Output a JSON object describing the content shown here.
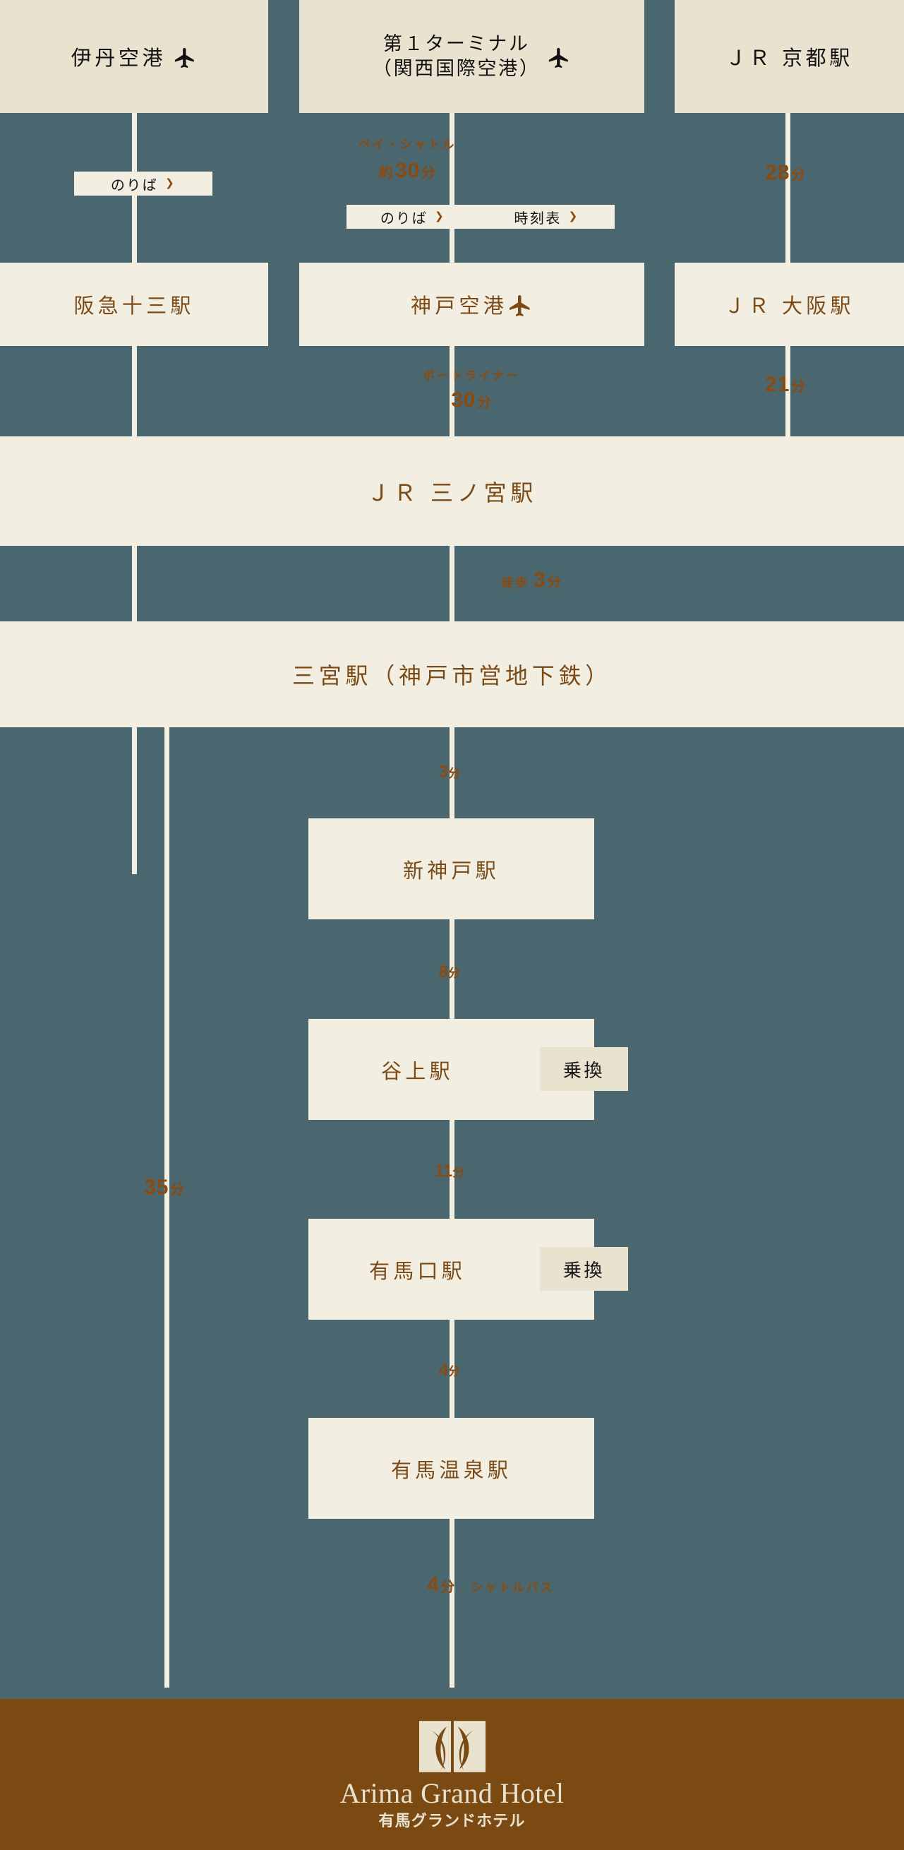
{
  "colors": {
    "background": "#4a6770",
    "header_box": "#e9e2cf",
    "station_box": "#f2efe2",
    "accent_brown": "#8a4a10",
    "footer_brown": "#7a4a12",
    "line": "#f2efe2"
  },
  "headers": [
    {
      "name": "itami-airport",
      "label": "伊丹空港",
      "icon": "airplane-icon"
    },
    {
      "name": "kansai-airport",
      "line1": "第１ターミナル",
      "line2": "（関西国際空港）",
      "icon": "airplane-icon"
    },
    {
      "name": "jr-kyoto-station",
      "label": "ＪＲ 京都駅",
      "icon": null
    }
  ],
  "row2": [
    {
      "name": "hankyu-juso-station",
      "label": "阪急十三駅",
      "icon": null
    },
    {
      "name": "kobe-airport",
      "label": "神戸空港",
      "icon": "airplane-icon"
    },
    {
      "name": "jr-osaka-station",
      "label": "ＪＲ 大阪駅",
      "icon": null
    }
  ],
  "buttons": [
    {
      "name": "noriba-button-itami",
      "label": "のりば",
      "arrow": "❯"
    },
    {
      "name": "noriba-button-kix",
      "label": "のりば",
      "arrow": "❯"
    },
    {
      "name": "timetable-button-kix",
      "label": "時刻表",
      "arrow": "❯"
    }
  ],
  "segments": {
    "kix_to_kobe_airport": {
      "mode": "ベイ・シャトル",
      "prefix": "約",
      "value": "30",
      "unit": "分"
    },
    "kyoto_to_osaka": {
      "value": "28",
      "unit": "分"
    },
    "kobe_airport_to_sannomiya": {
      "mode": "ポートライナー",
      "value": "30",
      "unit": "分"
    },
    "osaka_to_sannomiya": {
      "value": "21",
      "unit": "分"
    },
    "jr_to_subway": {
      "mode": "徒歩",
      "value": "3",
      "unit": "分"
    },
    "subway_to_shinkobe": {
      "value": "3",
      "unit": "分"
    },
    "shinkobe_to_tanigami": {
      "value": "8",
      "unit": "分"
    },
    "tanigami_to_arimaguchi": {
      "value": "11",
      "unit": "分"
    },
    "arimaguchi_to_arimaonsen": {
      "value": "4",
      "unit": "分"
    },
    "arimaonsen_to_hotel": {
      "value": "4",
      "unit": "分",
      "mode": "シャトルバス"
    },
    "express_bus": {
      "value": "35",
      "unit": "分"
    }
  },
  "wide_stations": [
    {
      "name": "jr-sannomiya-station",
      "label": "ＪＲ 三ノ宮駅"
    },
    {
      "name": "sannomiya-subway-station",
      "label": "三宮駅（神戸市営地下鉄）"
    }
  ],
  "stations": [
    {
      "name": "shin-kobe-station",
      "label": "新神戸駅",
      "transfer": null
    },
    {
      "name": "tanigami-station",
      "label": "谷上駅",
      "transfer": "乗換"
    },
    {
      "name": "arimaguchi-station",
      "label": "有馬口駅",
      "transfer": "乗換"
    },
    {
      "name": "arima-onsen-station",
      "label": "有馬温泉駅",
      "transfer": null
    }
  ],
  "footer": {
    "brand_en": "Arima Grand Hotel",
    "brand_jp": "有馬グランドホテル",
    "logo": "arima-grand-hotel-logo"
  }
}
